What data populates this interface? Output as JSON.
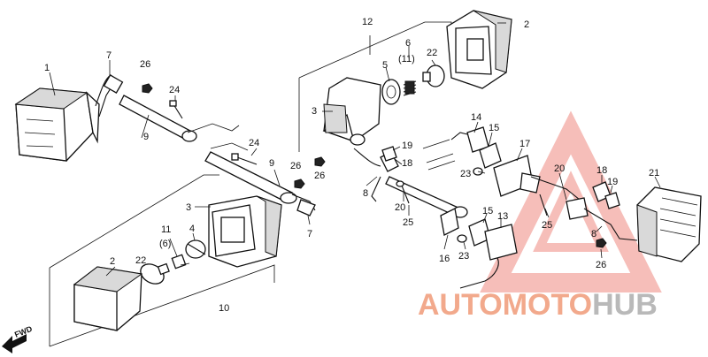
{
  "callouts": {
    "c1_left": "1",
    "c7_top": "7",
    "c26_top": "26",
    "c24_top": "24",
    "c9_top": "9",
    "c24_mid": "24",
    "c9_mid": "9",
    "c26_mid": "26",
    "c26_center": "26",
    "c3_lower": "3",
    "c11": "11",
    "c6_paren_lower": "(6)",
    "c4": "4",
    "c2_lower": "2",
    "c22_lower": "22",
    "c10": "10",
    "c7_lower": "7",
    "c12": "12",
    "c2_upper": "2",
    "c6_upper": "6",
    "c11_paren_upper": "(11)",
    "c22_upper": "22",
    "c5": "5",
    "c3_upper": "3",
    "c14": "14",
    "c15_upper": "15",
    "c19_upper": "19",
    "c18_upper": "18",
    "c17": "17",
    "c23_upper": "23",
    "c8_upper": "8",
    "c20_left": "20",
    "c25_left": "25",
    "c16": "16",
    "c15_lower": "15",
    "c13": "13",
    "c23_lower": "23",
    "c20_right": "20",
    "c25_right": "25",
    "c18_right": "18",
    "c19_right": "19",
    "c8_right": "8",
    "c21": "21",
    "c26_right": "26"
  },
  "fwd_label": "FWD",
  "watermark": {
    "part1": "AUTO",
    "part2": "MOTO",
    "part3": "HUB",
    "accent_color": "#f2a98c",
    "secondary_color": "#b9b9b9"
  }
}
